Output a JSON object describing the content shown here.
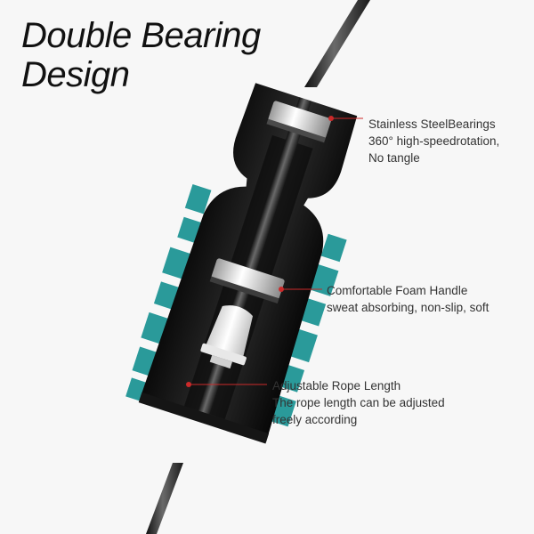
{
  "title": {
    "line1": "Double Bearing",
    "line2": "Design"
  },
  "callouts": [
    {
      "heading": "Stainless SteelBearings",
      "lines": [
        "360° high-speedrotation,",
        "No tangle"
      ]
    },
    {
      "heading": "Comfortable Foam Handle",
      "lines": [
        "sweat absorbing,  non-slip, soft"
      ]
    },
    {
      "heading": "Adjustable Rope Length",
      "lines": [
        "The rope length can be adjusted",
        "freely according"
      ]
    }
  ],
  "colors": {
    "background": "#f7f7f7",
    "handle": "#121212",
    "foam_accent": "#2a9a9a",
    "leader_line": "#cc2a2a",
    "bearing": "#e9e9e9"
  }
}
